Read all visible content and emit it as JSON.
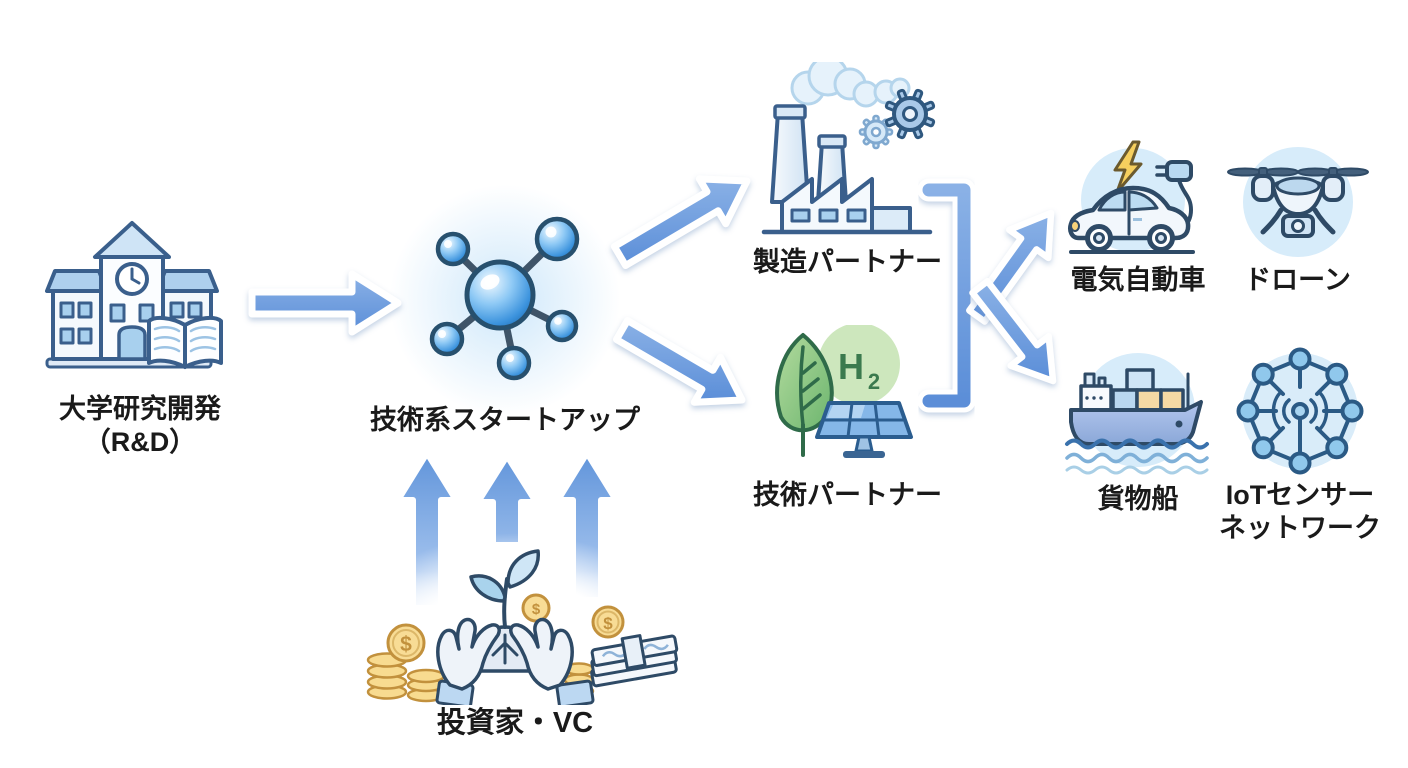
{
  "nodes": {
    "university": {
      "line1": "大学研究開発",
      "line2": "（R&D）"
    },
    "startup": {
      "label": "技術系スタートアップ"
    },
    "manufacturing": {
      "label": "製造パートナー"
    },
    "technology": {
      "label": "技術パートナー",
      "h2_main": "H",
      "h2_sub": "2"
    },
    "ev": {
      "label": "電気自動車"
    },
    "drone": {
      "label": "ドローン"
    },
    "ship": {
      "label": "貨物船"
    },
    "iot": {
      "line1": "IoTセンサー",
      "line2": "ネットワーク"
    },
    "investors": {
      "label": "投資家・VC"
    }
  },
  "symbols": {
    "dollar": "$"
  },
  "icons": [
    "university-building-icon",
    "molecule-network-icon",
    "factory-gears-icon",
    "leaf-h2-solar-icon",
    "ev-car-plug-icon",
    "drone-icon",
    "cargo-ship-icon",
    "iot-sensor-network-icon",
    "hands-sprout-money-icon"
  ],
  "edges": [
    {
      "from": "university",
      "to": "startup"
    },
    {
      "from": "startup",
      "to": "manufacturing"
    },
    {
      "from": "startup",
      "to": "technology"
    },
    {
      "from": "manufacturing",
      "to": "product-split"
    },
    {
      "from": "technology",
      "to": "product-split"
    },
    {
      "from": "product-split",
      "to": "ev-drone"
    },
    {
      "from": "product-split",
      "to": "ship-iot"
    },
    {
      "from": "investors",
      "to": "startup",
      "arrows": 3
    }
  ],
  "colors": {
    "arrow_blue": "#5e92d8",
    "arrow_blue_light": "#8ab1e6",
    "outline_navy": "#2e4a66",
    "building_outline": "#3a5f8c",
    "icon_circle_bg": "#d7ecfa",
    "leaf_green": "#6cb56e",
    "h2_circle": "#cde7bd",
    "h2_text": "#3b7a4e",
    "gold": "#f6d98e",
    "label": "#1a1a1a"
  }
}
